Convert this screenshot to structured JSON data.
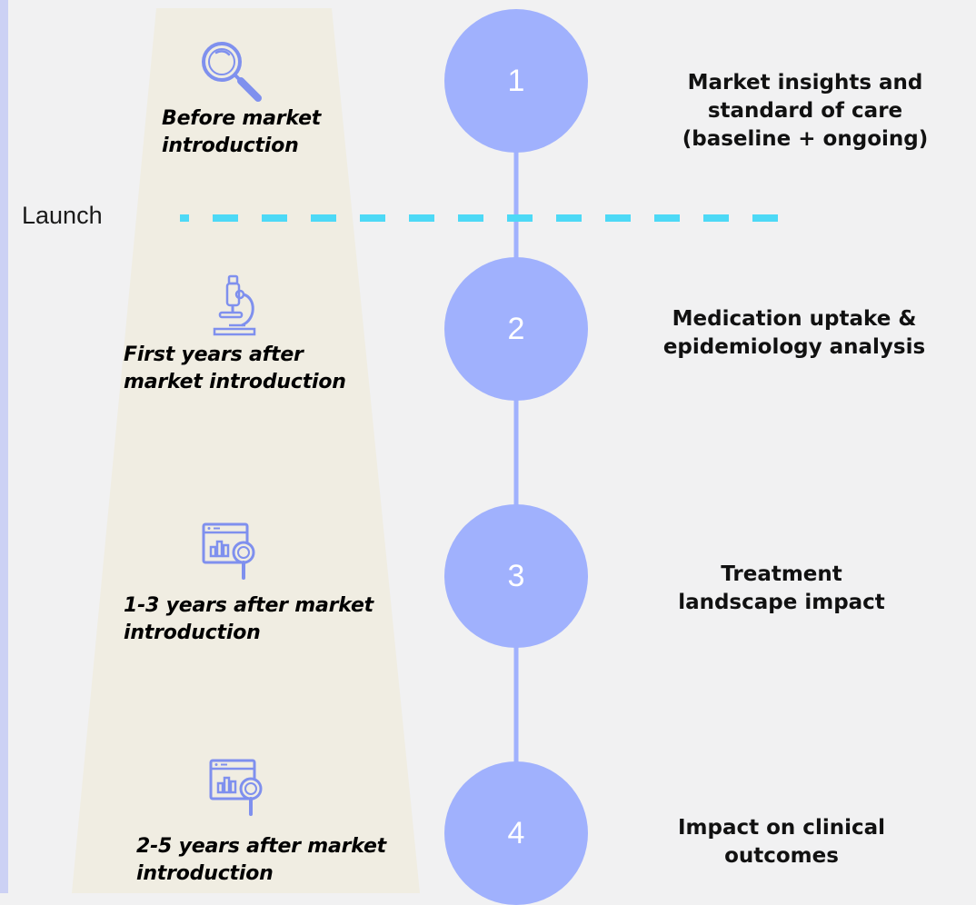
{
  "launch_label": "Launch",
  "colors": {
    "background": "#f1f1f2",
    "funnel": "#f0ede2",
    "circle": "#a0b1fd",
    "timeline_line": "#a0b1fd",
    "launch_line": "#4dd9f6",
    "icon": "#7f90ee"
  },
  "phases": [
    {
      "label": "Before market introduction",
      "icon": "magnifier-icon"
    },
    {
      "label": "First years after market introduction",
      "icon": "microscope-icon"
    },
    {
      "label": "1-3 years after market introduction",
      "icon": "analytics-search-icon"
    },
    {
      "label": "2-5 years after market introduction",
      "icon": "analytics-search-icon"
    }
  ],
  "steps": [
    {
      "number": "1",
      "title_lines": [
        "Market insights and",
        "standard of care",
        "(baseline + ongoing)"
      ]
    },
    {
      "number": "2",
      "title_lines": [
        "Medication uptake &",
        "epidemiology analysis"
      ]
    },
    {
      "number": "3",
      "title_lines": [
        "Treatment",
        "landscape impact"
      ]
    },
    {
      "number": "4",
      "title_lines": [
        "Impact on clinical",
        "outcomes"
      ]
    }
  ]
}
